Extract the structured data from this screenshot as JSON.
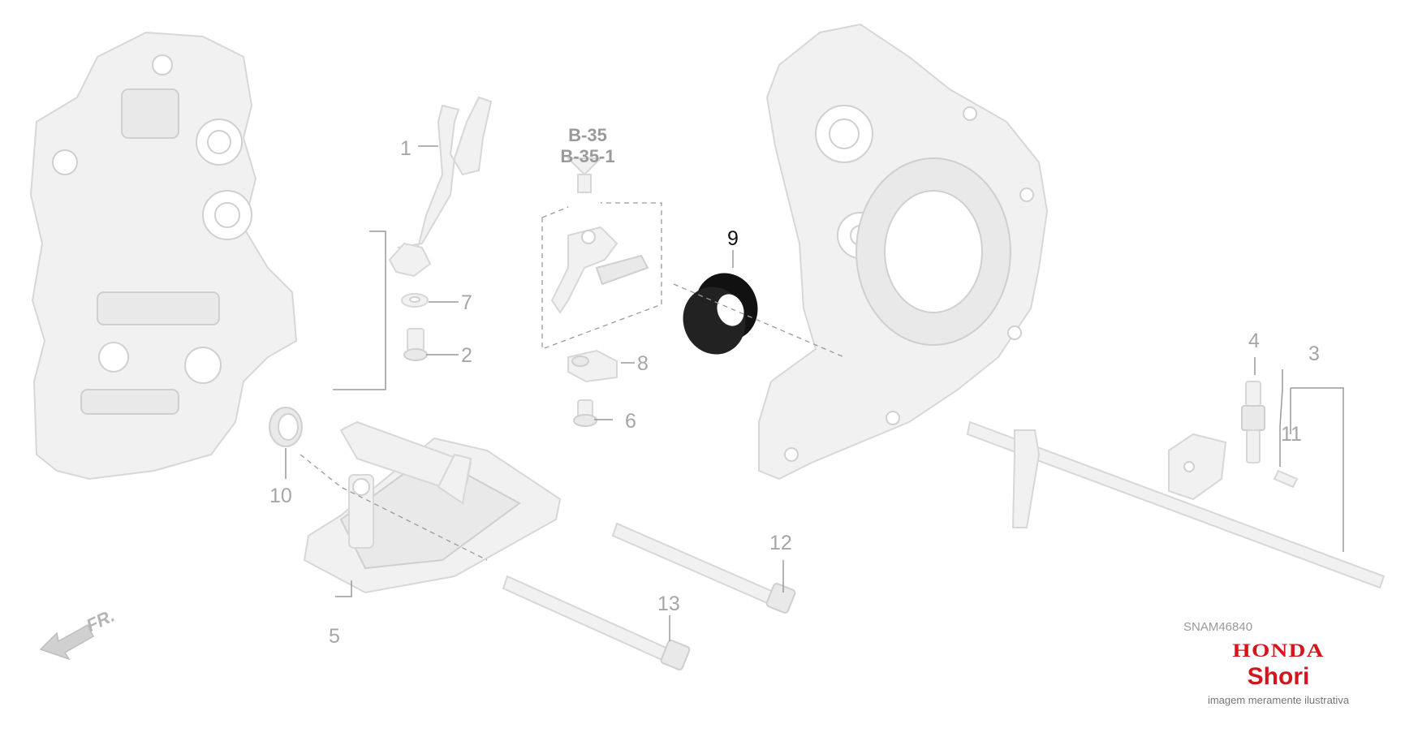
{
  "diagram": {
    "callouts": {
      "c1": "1",
      "c2": "2",
      "c3": "3",
      "c4": "4",
      "c5": "5",
      "c6": "6",
      "c7": "7",
      "c8": "8",
      "c9": "9",
      "c10": "10",
      "c11": "11",
      "c12": "12",
      "c13": "13"
    },
    "reference": {
      "line1": "B-35",
      "line2": "B-35-1"
    },
    "direction_label": "FR."
  },
  "branding": {
    "diagram_code": "SNAM46840",
    "brand": "HONDA",
    "dealer": "Shori",
    "disclaimer": "imagem meramente ilustrativa",
    "brand_color": "#d3161c"
  },
  "colors": {
    "part_fill": "#f1f1f1",
    "part_stroke": "#d7d7d7",
    "highlight": "#111111",
    "label": "#a6a6a6"
  }
}
